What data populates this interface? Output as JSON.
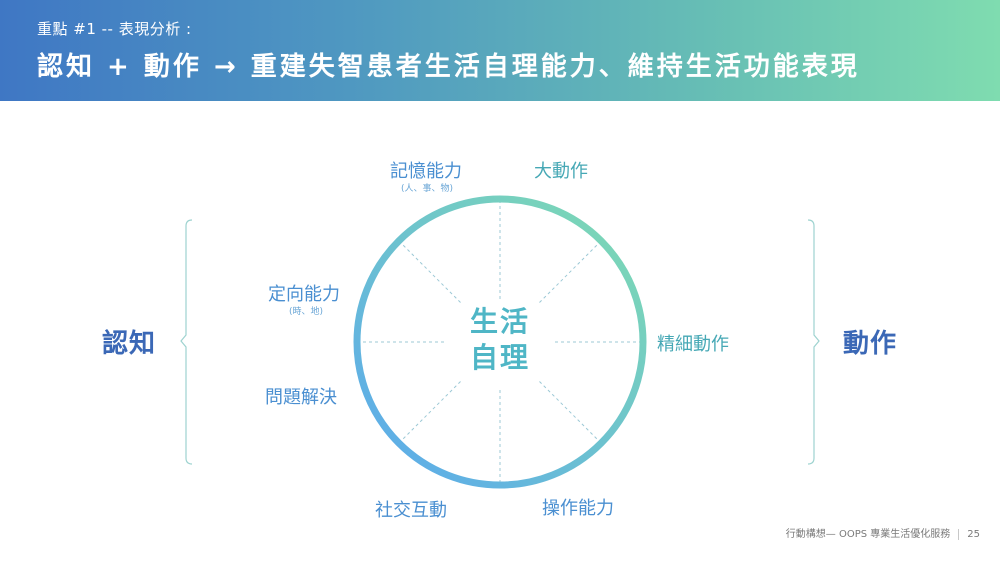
{
  "header": {
    "subtitle": "重點 #1 -- 表現分析 :",
    "title": "認知 + 動作 → 重建失智患者生活自理能力、維持生活功能表現"
  },
  "left_group": {
    "label": "認知"
  },
  "right_group": {
    "label": "動作"
  },
  "center": {
    "line1": "生活",
    "line2": "自理"
  },
  "items": {
    "memory": {
      "label": "記憶能力",
      "sub": "(人、事、物)"
    },
    "gross_motor": {
      "label": "大動作"
    },
    "orientation": {
      "label": "定向能力",
      "sub": "(時、地)"
    },
    "fine_motor": {
      "label": "精細動作"
    },
    "problem_solving": {
      "label": "問題解決"
    },
    "social": {
      "label": "社交互動"
    },
    "operation": {
      "label": "操作能力"
    }
  },
  "footer": {
    "text": "行動構想— OOPS 專業生活優化服務",
    "page": "25"
  },
  "colors": {
    "blue": "#3b68b6",
    "light_blue": "#5aa8ee",
    "green": "#7fdcb0"
  }
}
